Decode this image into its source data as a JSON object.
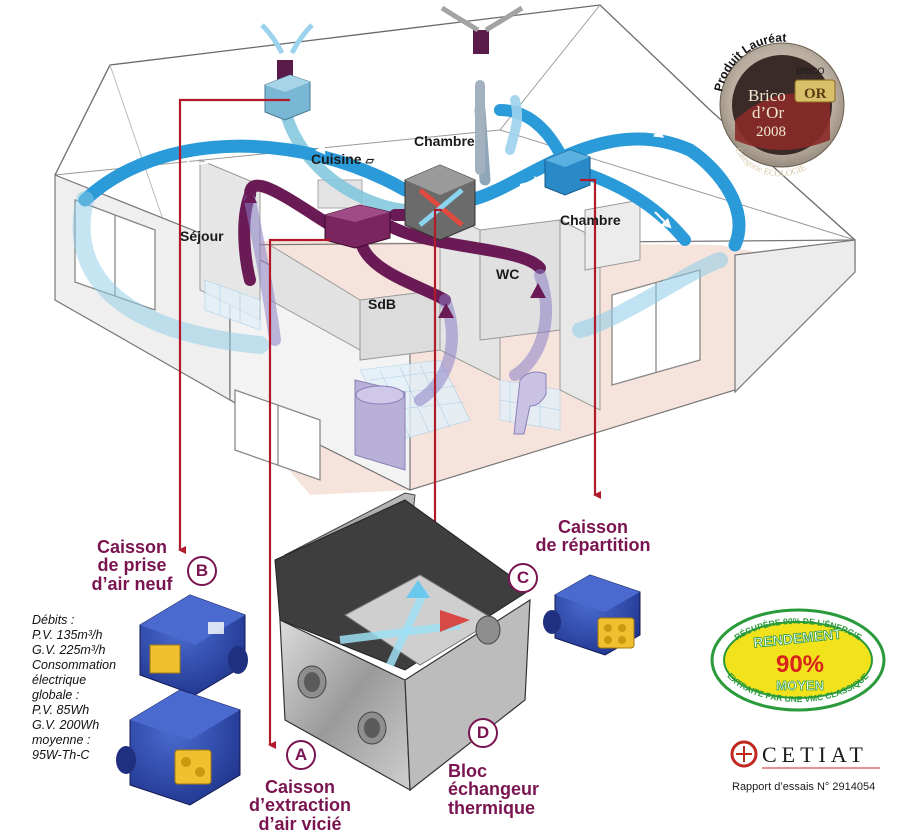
{
  "rooms": {
    "cuisine": "Cuisine",
    "chambre_top": "Chambre",
    "chambre_right": "Chambre",
    "sejour": "Séjour",
    "sdb": "SdB",
    "wc": "WC"
  },
  "components": {
    "b": {
      "letter": "B",
      "line1": "Caisson",
      "line2": "de prise",
      "line3": "d’air neuf"
    },
    "c": {
      "letter": "C",
      "line1": "Caisson",
      "line2": "de répartition"
    },
    "a": {
      "letter": "A",
      "line1": "Caisson",
      "line2": "d’extraction",
      "line3": "d’air vicié"
    },
    "d": {
      "letter": "D",
      "line1": "Bloc",
      "line2": "échangeur",
      "line3": "thermique"
    }
  },
  "specs": [
    "Débits :",
    "P.V. 135m³/h",
    "G.V. 225m³/h",
    "Consommation",
    "électrique",
    "globale :",
    "P.V. 85Wh",
    "G.V. 200Wh",
    "moyenne :",
    "95W-Th-C"
  ],
  "award": {
    "top_text": "Produit Lauréat",
    "brand_small": "BRICO",
    "brand_big_1": "Brico",
    "brand_big_2": "d’Or",
    "brand_or": "OR",
    "year": "2008",
    "category": "Catégorie ECOLOGIE"
  },
  "efficiency": {
    "arc_top": "RÉCUPÈRE 90% DE L’ÉNERGIE",
    "rendement": "RENDEMENT",
    "percent": "90%",
    "moyen": "MOYEN",
    "arc_bottom": "EXTRAITE PAR UNE VMC CLASSIQUE"
  },
  "cetiat": {
    "name": "CETIAT",
    "report": "Rapport d’essais N° 2914054"
  },
  "colors": {
    "accent": "#7a1450",
    "fresh_air": "#2a9ad8",
    "stale_air": "#6a1a55",
    "wall": "#e8e8e8",
    "floor": "#f6e4dc",
    "red_line": "#b01a2a",
    "yellow": "#f2e21c",
    "green": "#2a9a3a",
    "box_blue": "#2848a8"
  }
}
